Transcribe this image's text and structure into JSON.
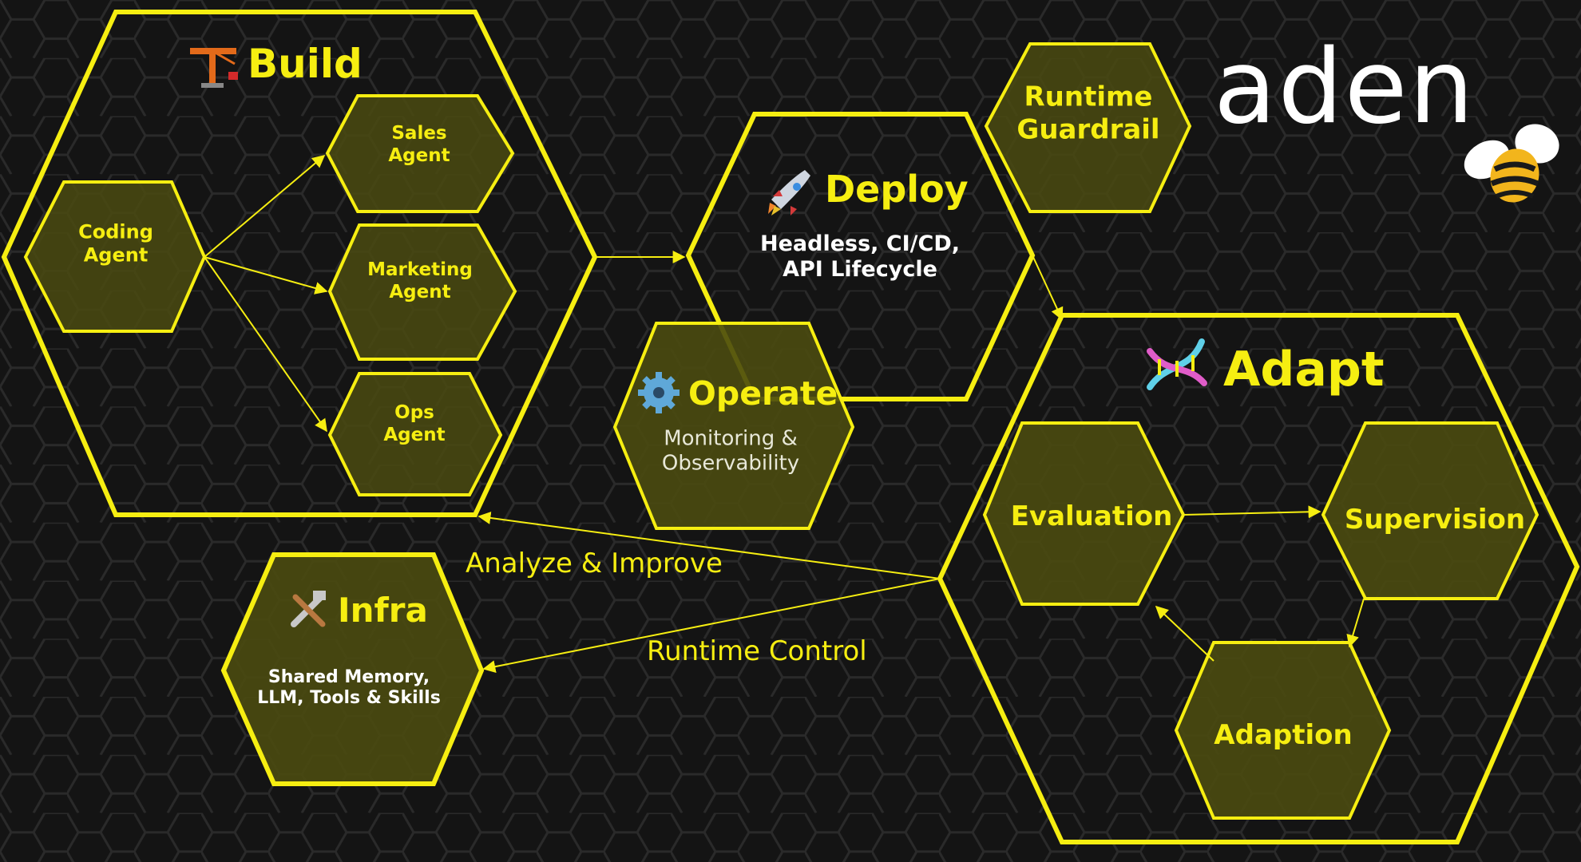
{
  "colors": {
    "background": "#141414",
    "honeycomb_line": "#2b2b2b",
    "accent": "#f6ee11",
    "node_fill": "#4a4a10",
    "text_light": "#ffffff",
    "text_muted": "#e8e8d8"
  },
  "brand": {
    "logo_text": "aden",
    "mascot": "bee-icon"
  },
  "build": {
    "icon": "crane-icon",
    "title": "Build",
    "coding_agent": "Coding\nAgent",
    "sales_agent": "Sales\nAgent",
    "marketing_agent": "Marketing\nAgent",
    "ops_agent": "Ops\nAgent"
  },
  "deploy": {
    "icon": "rocket-icon",
    "title": "Deploy",
    "subtitle": "Headless, CI/CD,\nAPI Lifecycle"
  },
  "runtime_guardrail": {
    "title": "Runtime\nGuardrail"
  },
  "operate": {
    "icon": "gear-icon",
    "title": "Operate",
    "subtitle": "Monitoring &\nObservability"
  },
  "adapt": {
    "icon": "dna-icon",
    "title": "Adapt",
    "evaluation": "Evaluation",
    "supervision": "Supervision",
    "adaption": "Adaption"
  },
  "infra": {
    "icon": "tools-icon",
    "title": "Infra",
    "subtitle": "Shared Memory,\nLLM, Tools & Skills"
  },
  "edges": {
    "analyze_improve": "Analyze & Improve",
    "runtime_control": "Runtime Control"
  }
}
